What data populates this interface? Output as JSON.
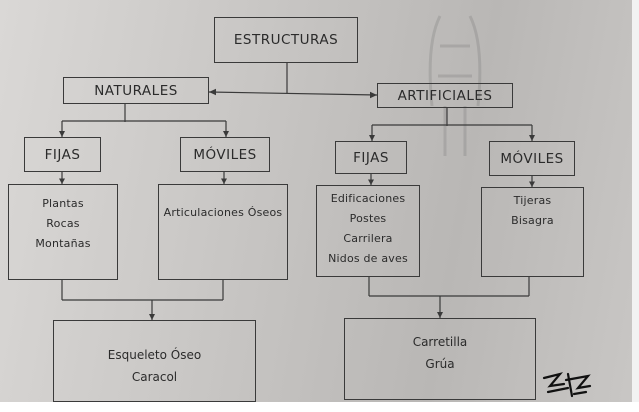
{
  "root": {
    "label": "ESTRUCTURAS"
  },
  "naturales": {
    "label": "NATURALES",
    "fijas": {
      "label": "FIJAS",
      "items": [
        "Plantas",
        "Rocas",
        "Montañas"
      ]
    },
    "moviles": {
      "label": "MÓVILES",
      "items": [
        "Articulaciones Óseos"
      ]
    },
    "examples": {
      "items": [
        "Esqueleto Óseo",
        "Caracol"
      ]
    }
  },
  "artificiales": {
    "label": "ARTIFICIALES",
    "fijas": {
      "label": "FIJAS",
      "items": [
        "Edificaciones",
        "Postes",
        "Carrilera",
        "Nidos de aves"
      ]
    },
    "moviles": {
      "label": "MÓVILES",
      "items": [
        "Tijeras",
        "Bisagra"
      ]
    },
    "examples": {
      "items": [
        "Carretilla",
        "Grúa"
      ]
    }
  },
  "colors": {
    "paper": "#c9c7c5",
    "ink": "#2b2b2b"
  }
}
